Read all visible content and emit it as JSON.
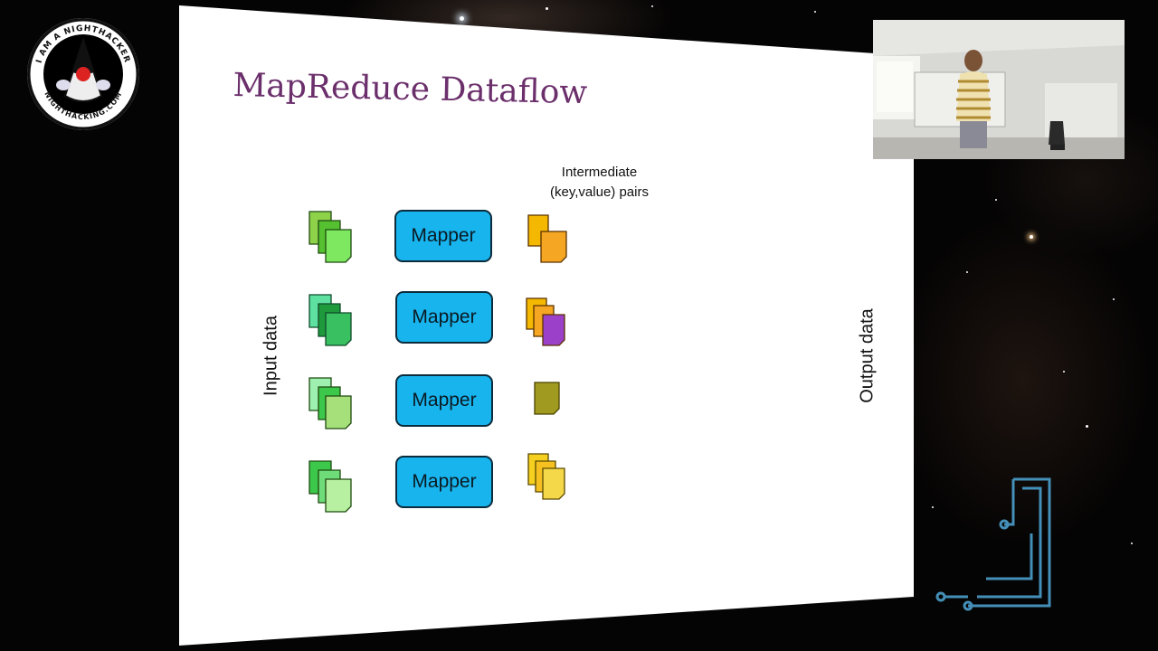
{
  "badge": {
    "top_text": "I AM A NIGHTHACKER",
    "bottom_text": "NIGHTHACKING.COM"
  },
  "slide": {
    "title": "MapReduce Dataflow",
    "intermediate_label_line1": "Intermediate",
    "intermediate_label_line2": "(key,value) pairs",
    "input_label": "Input data",
    "output_label": "Output data",
    "mappers": [
      {
        "label": "Mapper"
      },
      {
        "label": "Mapper"
      },
      {
        "label": "Mapper"
      },
      {
        "label": "Mapper"
      }
    ]
  },
  "colors": {
    "title": "#6b2f6b",
    "mapper_fill": "#18b4ee",
    "input_docs": [
      "#8ed24a",
      "#5ee0a0",
      "#9ef0b0",
      "#3cc84a"
    ],
    "intermediate_docs": [
      "#f5a623",
      "#f5a623",
      "#9a9a20",
      "#f5d020"
    ]
  }
}
